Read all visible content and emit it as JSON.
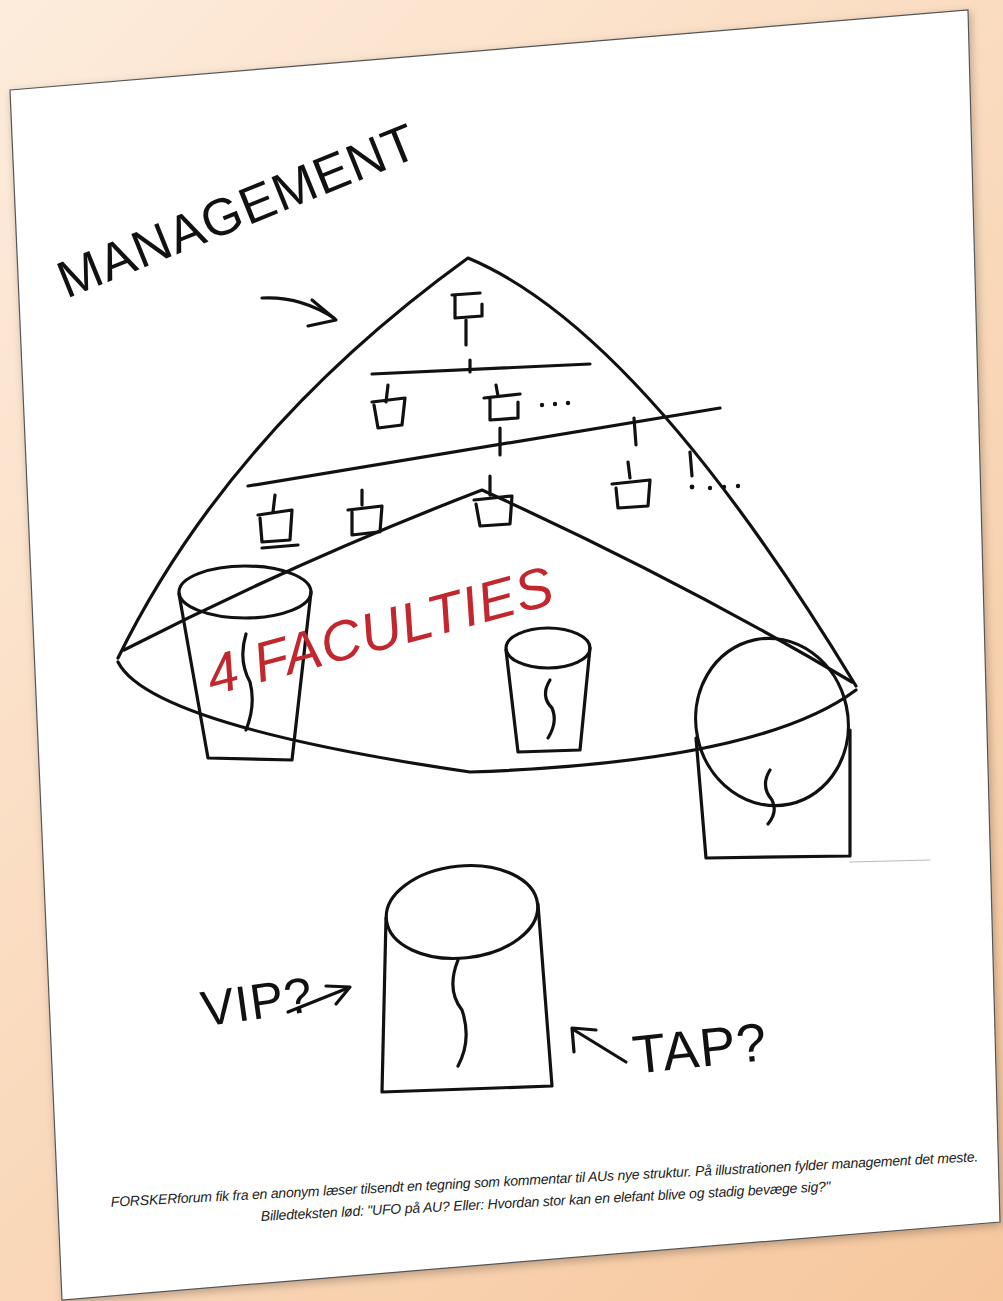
{
  "diagram": {
    "caption": "FORSKERforum fik fra en anonym læser tilsendt en tegning som kommentar til AUs nye struktur. På illustrationen fylder management det meste. Billedteksten lød: \"UFO på AU? Eller: Hvordan stor kan en elefant blive og stadig bevæge sig?\"",
    "labels": [
      "MANAGEMENT",
      "4 FACULTIES",
      "VIP?",
      "TAP?"
    ]
  }
}
